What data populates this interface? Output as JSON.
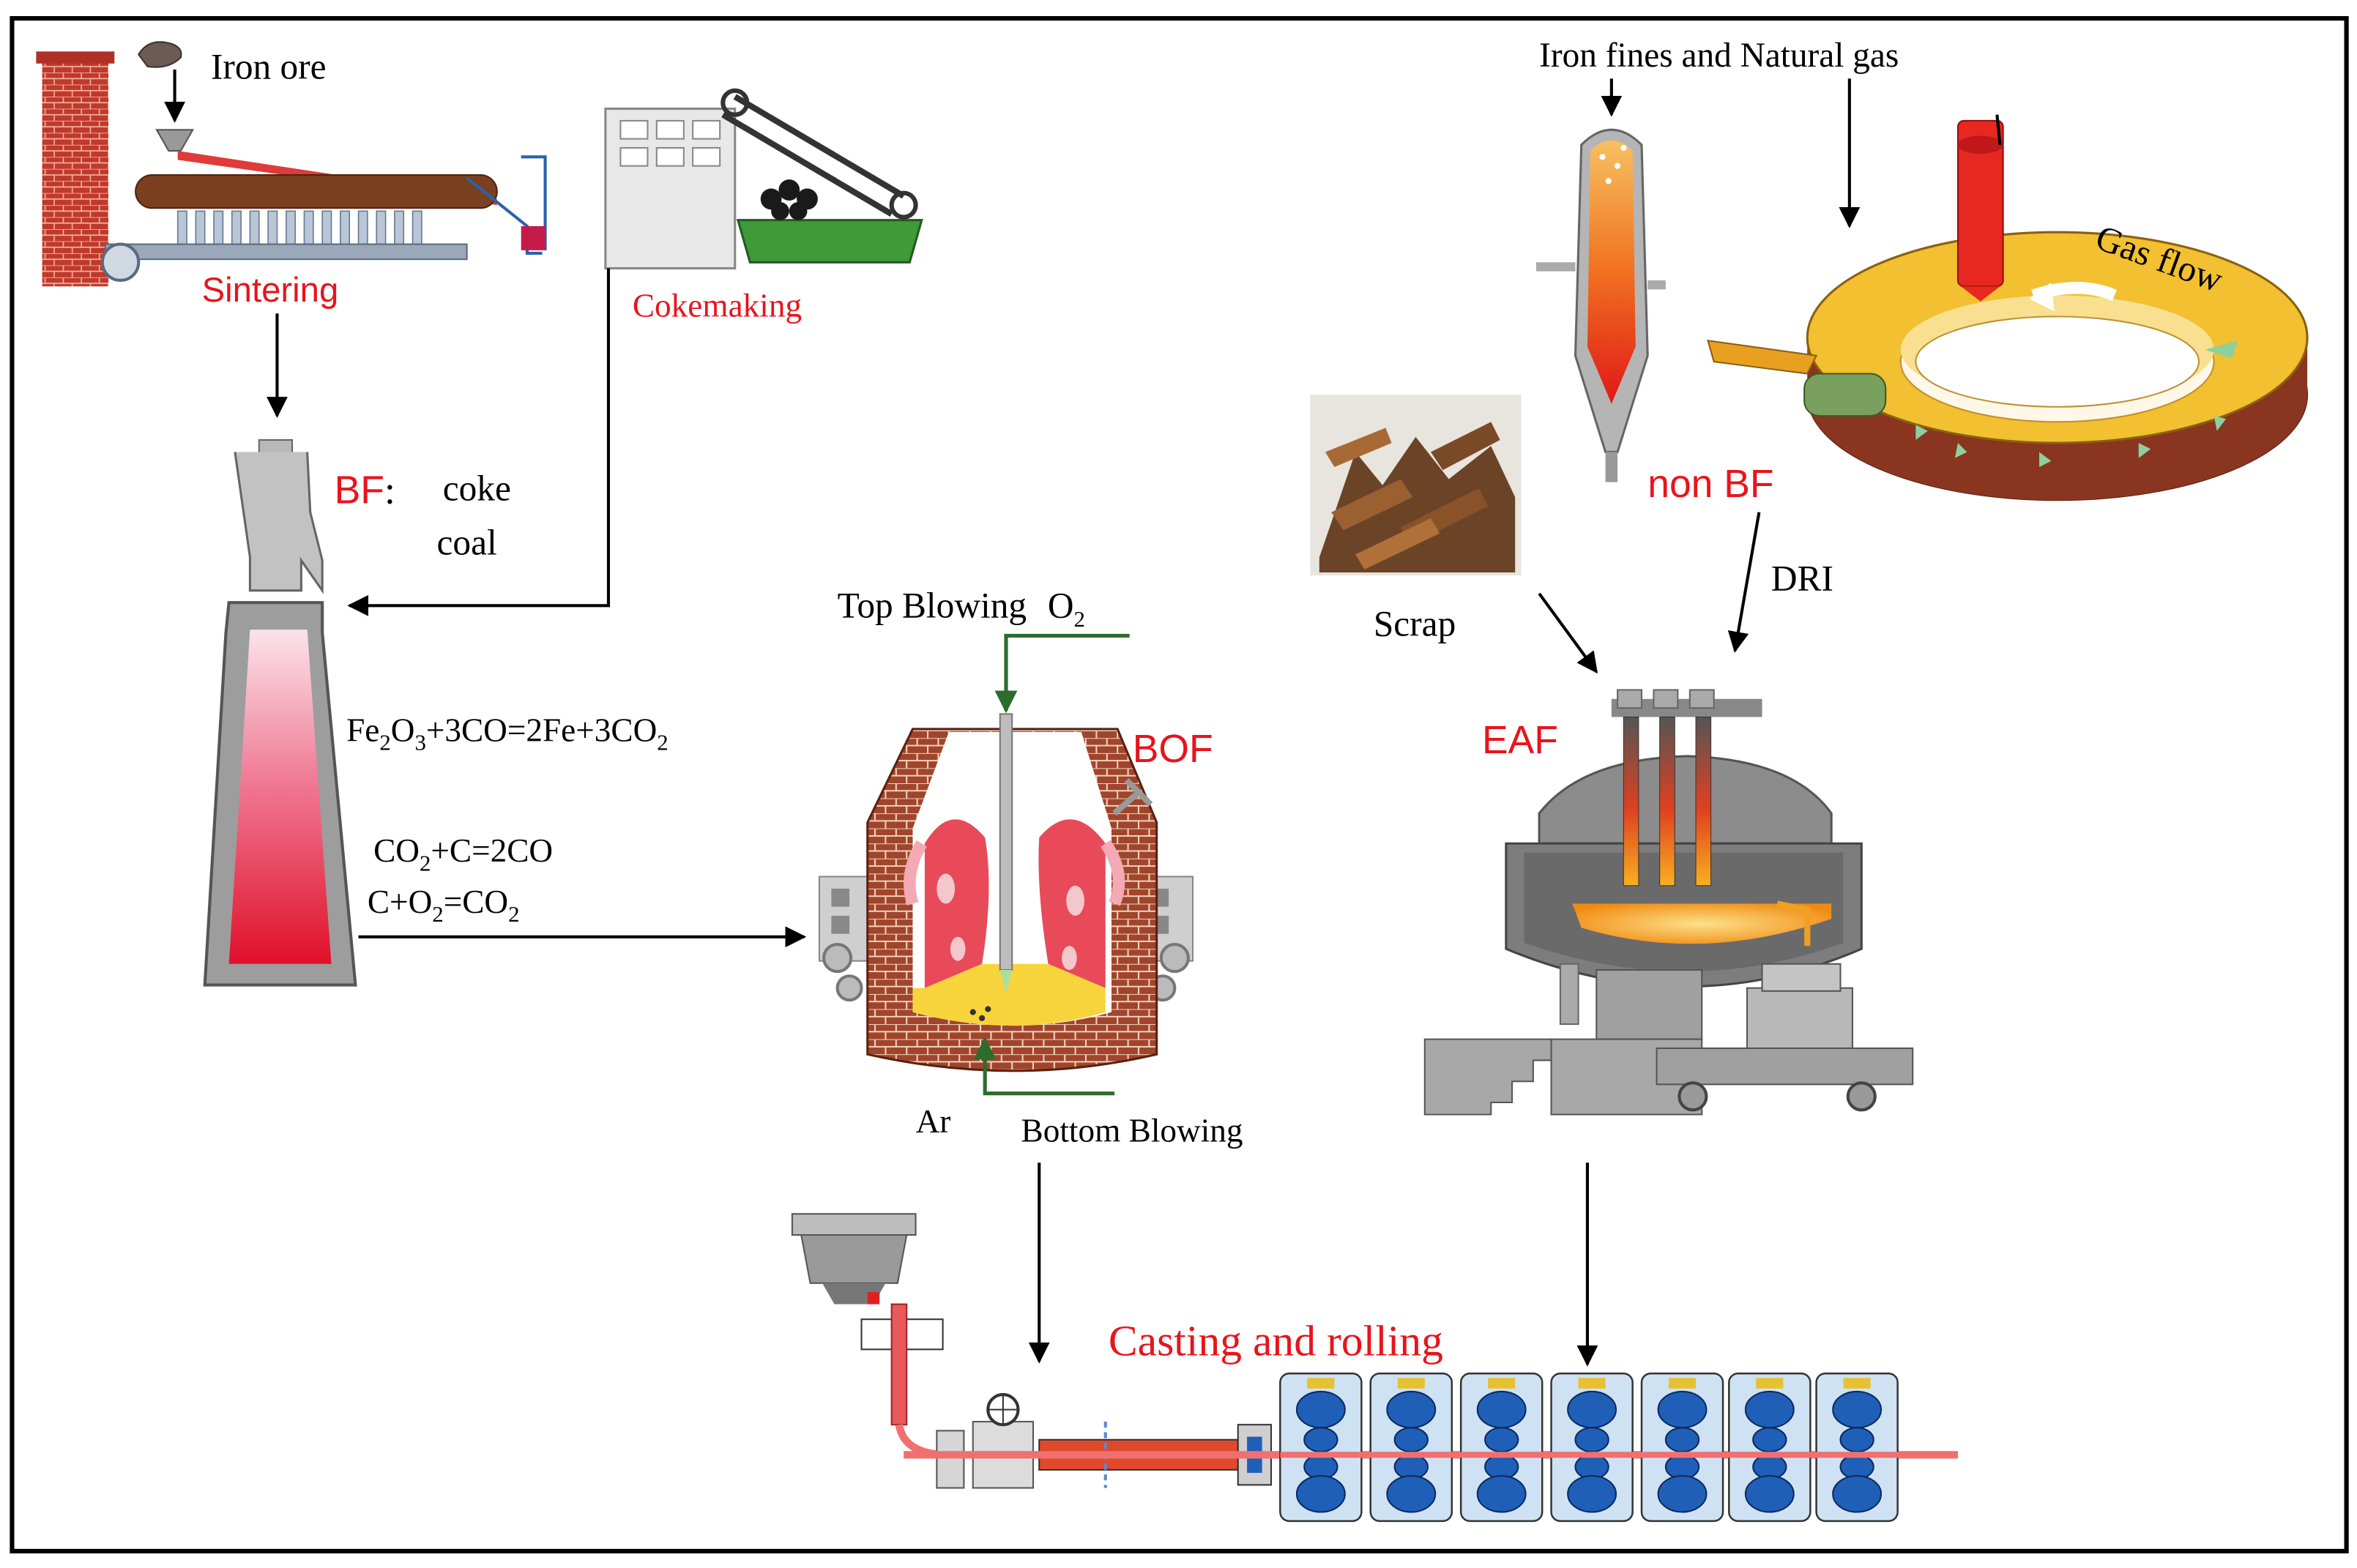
{
  "labels": {
    "iron_ore": "Iron ore",
    "sintering": "Sintering",
    "cokemaking": "Cokemaking",
    "bf": "BF",
    "bf_coke": "coke",
    "bf_coal": "coal",
    "iron_fines_gas": "Iron fines and Natural gas",
    "gas_flow": "Gas flow",
    "non_bf": "non BF",
    "dri": "DRI",
    "scrap": "Scrap",
    "eaf": "EAF",
    "bof": "BOF",
    "top_blowing": "Top Blowing",
    "o2": "O",
    "o2_sub": "2",
    "ar": "Ar",
    "bottom_blowing": "Bottom Blowing",
    "casting_rolling": "Casting and rolling"
  },
  "reactions": {
    "r1": {
      "a": "Fe",
      "a_sub": "2",
      "b": "O",
      "b_sub": "3",
      "c": "+3CO=2Fe+3CO",
      "c_sub": "2"
    },
    "r2": {
      "a": "CO",
      "a_sub": "2",
      "b": "+C=2CO"
    },
    "r3": {
      "a": "C+O",
      "a_sub": "2",
      "b": "=CO",
      "b_sub": "2"
    }
  },
  "colors": {
    "accent_red": "#e8141c",
    "arrow_green": "#2e6b2e",
    "brick": "#a0452b",
    "roller_blue": "#1f5fb8"
  },
  "icons": [
    "chimney-icon",
    "iron-ore-rock-icon",
    "sinter-machine-icon",
    "coke-oven-icon",
    "blast-furnace-icon",
    "shaft-reactor-icon",
    "rotary-hearth-icon",
    "scrap-pile-icon",
    "eaf-furnace-icon",
    "bof-converter-icon",
    "tundish-icon",
    "rolling-stand-icon"
  ]
}
